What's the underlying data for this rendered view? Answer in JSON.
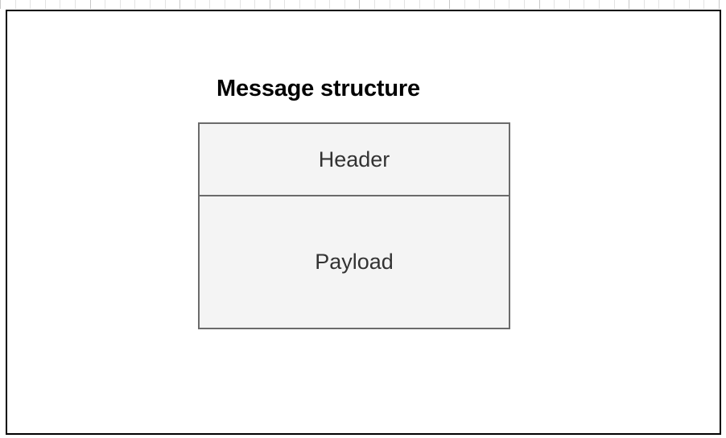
{
  "document": {
    "background_color": "#ffffff",
    "frame_border_color": "#000000"
  },
  "ruler": {
    "name": "horizontal-ruler",
    "tick_spacing_px": 18.6,
    "major_every": 6,
    "tick_color": "#e3e3e3",
    "major_tick_color": "#c9c9c9"
  },
  "diagram": {
    "title": "Message structure",
    "title_color": "#000000",
    "box_fill": "#f4f4f4",
    "box_border": "#6b6b6b",
    "label_color": "#333333",
    "boxes": [
      {
        "id": "header",
        "label": "Header"
      },
      {
        "id": "payload",
        "label": "Payload"
      }
    ]
  }
}
